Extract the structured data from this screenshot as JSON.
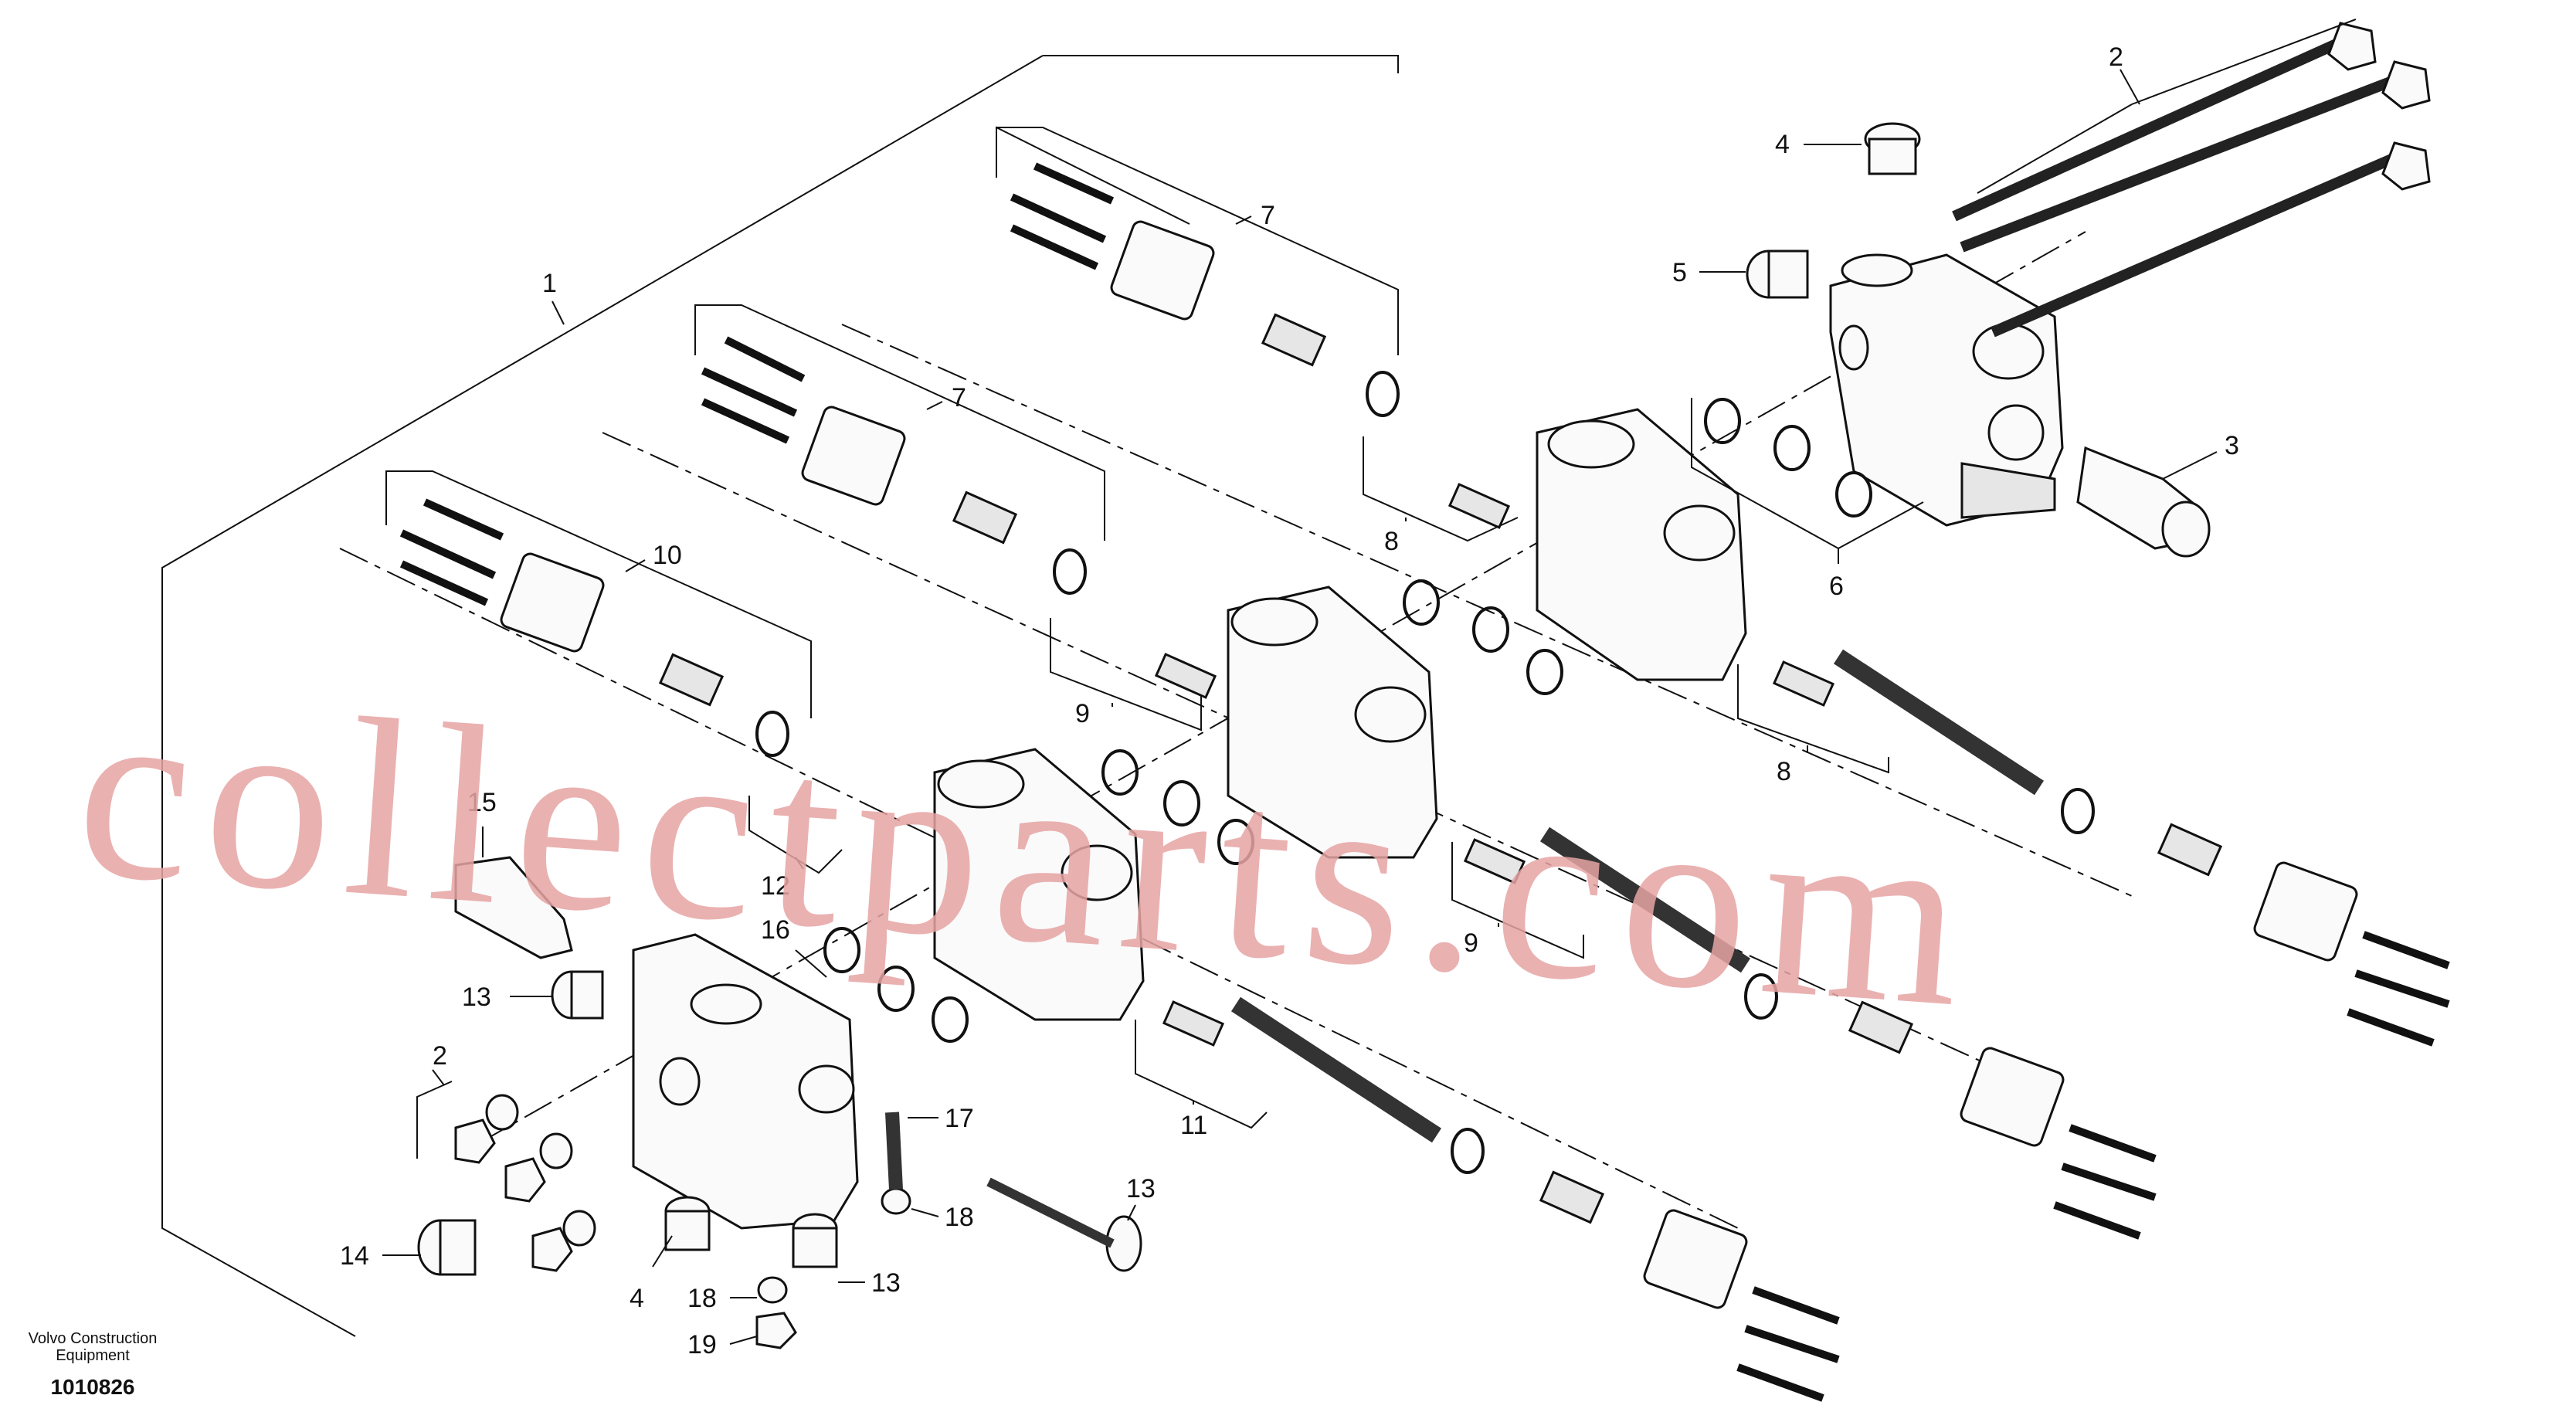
{
  "diagram": {
    "callouts": [
      "1",
      "2",
      "3",
      "4",
      "5",
      "6",
      "7",
      "7",
      "8",
      "8",
      "9",
      "9",
      "10",
      "11",
      "12",
      "13",
      "13",
      "13",
      "14",
      "15",
      "16",
      "17",
      "18",
      "18",
      "19",
      "2",
      "4"
    ],
    "watermark": "collectparts.com"
  },
  "footer": {
    "brand": "Volvo Construction Equipment",
    "drawing_number": "1010826"
  }
}
